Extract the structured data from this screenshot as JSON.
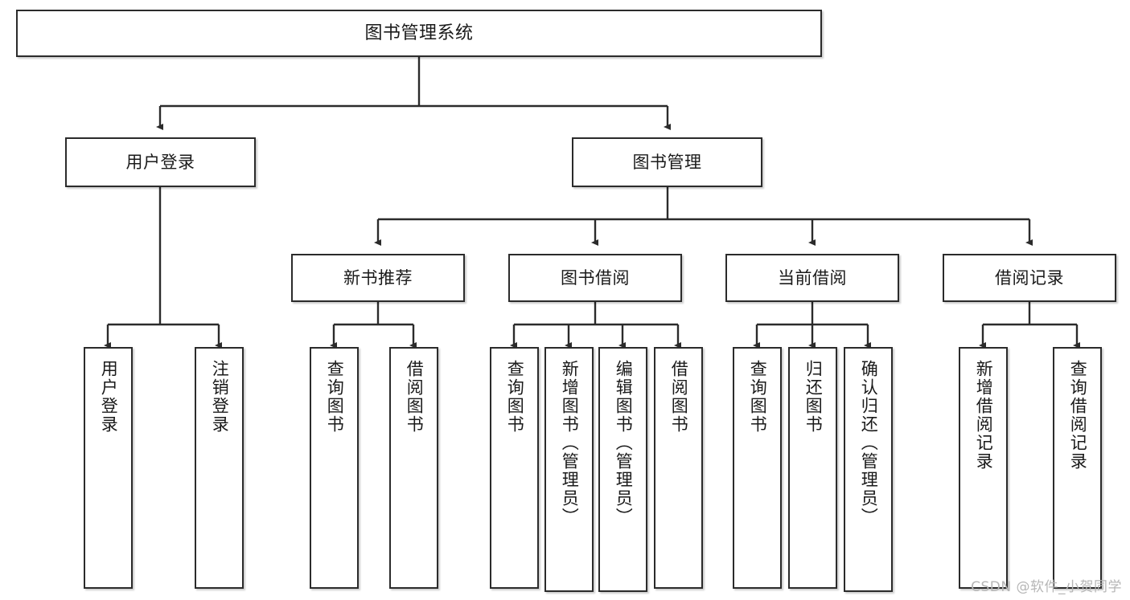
{
  "diagram": {
    "title": "图书管理系统",
    "type": "tree",
    "orientation": "top-down",
    "colors": {
      "box_border": "#2b2b2b",
      "box_fill": "#ffffff",
      "edge": "#2b2b2b",
      "text": "#1a1a1a",
      "watermark": "#b6b6b6",
      "background": "#ffffff"
    },
    "watermark": "CSDN @软件_小贺同学"
  },
  "nodes": {
    "root": {
      "label": "图书管理系统"
    },
    "level2": [
      {
        "label": "用户登录"
      },
      {
        "label": "图书管理"
      }
    ],
    "level3": [
      {
        "label": "新书推荐"
      },
      {
        "label": "图书借阅"
      },
      {
        "label": "当前借阅"
      },
      {
        "label": "借阅记录"
      }
    ],
    "leaves": {
      "user_login": [
        {
          "label": "用户登录"
        },
        {
          "label": "注销登录"
        }
      ],
      "new_book_recommend": [
        {
          "label": "查询图书"
        },
        {
          "label": "借阅图书"
        }
      ],
      "book_borrow": [
        {
          "label": "查询图书"
        },
        {
          "label": "新增图书（管理员）"
        },
        {
          "label": "编辑图书（管理员）"
        },
        {
          "label": "借阅图书"
        }
      ],
      "current_borrow": [
        {
          "label": "查询图书"
        },
        {
          "label": "归还图书"
        },
        {
          "label": "确认归还（管理员）"
        }
      ],
      "borrow_record": [
        {
          "label": "新增借阅记录"
        },
        {
          "label": "查询借阅记录"
        }
      ]
    }
  }
}
